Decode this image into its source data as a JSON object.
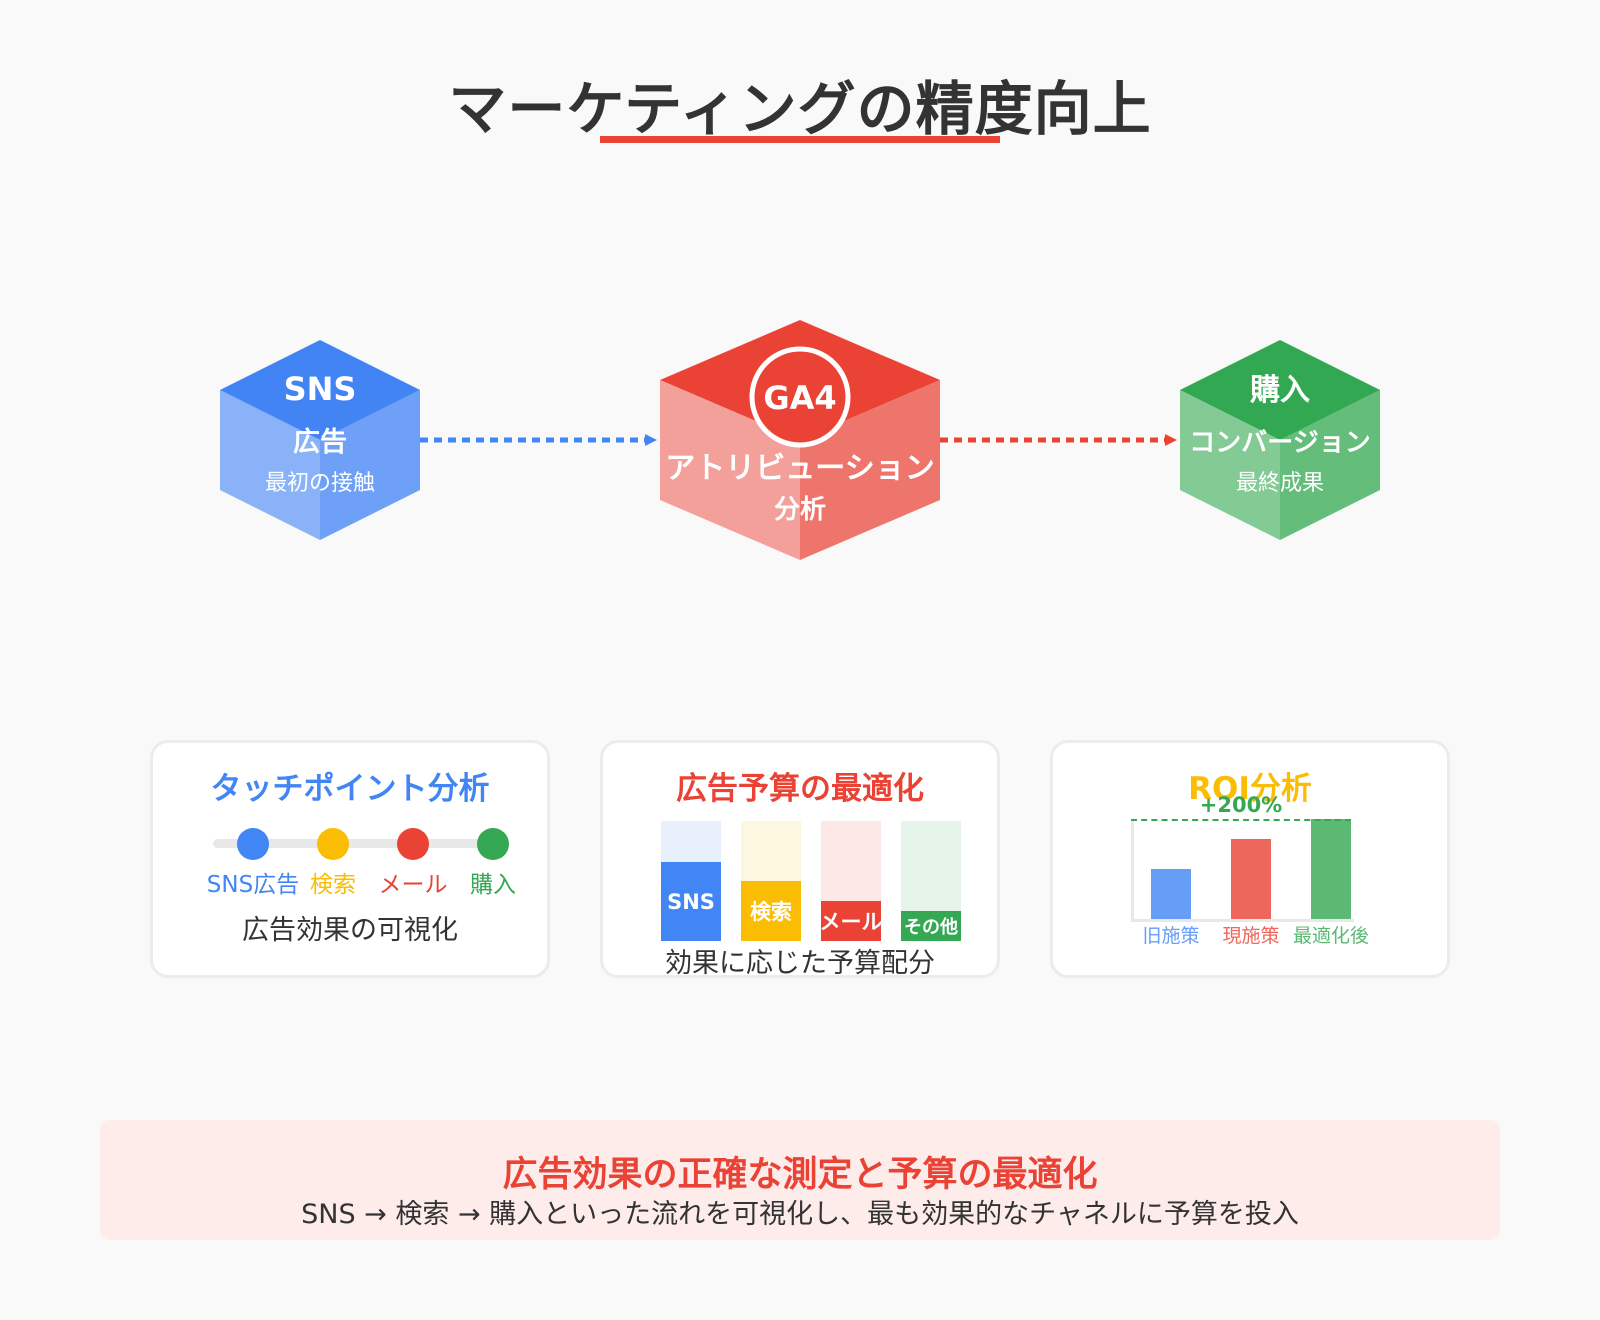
{
  "title": "マーケティングの精度向上",
  "flow": {
    "sns": {
      "label1": "SNS",
      "label2": "広告",
      "label3": "最初の接触",
      "color": "#4285f4"
    },
    "ga4": {
      "badge": "GA4",
      "label1": "アトリビューション",
      "label2": "分析",
      "color": "#ea4335"
    },
    "purchase": {
      "label1": "購入",
      "label2": "コンバージョン",
      "label3": "最終成果",
      "color": "#34a853"
    }
  },
  "cards": {
    "touchpoint": {
      "title": "タッチポイント分析",
      "points": [
        {
          "label": "SNS広告",
          "color": "#4285f4"
        },
        {
          "label": "検索",
          "color": "#fbbc04"
        },
        {
          "label": "メール",
          "color": "#ea4335"
        },
        {
          "label": "購入",
          "color": "#34a853"
        }
      ],
      "footer": "広告効果の可視化"
    },
    "budget": {
      "title": "広告予算の最適化",
      "bars": [
        {
          "label": "SNS",
          "fraction": 0.66,
          "color": "#4285f4",
          "bg": "#e8f0fe"
        },
        {
          "label": "検索",
          "fraction": 0.5,
          "color": "#fbbc04",
          "bg": "#fef7e0"
        },
        {
          "label": "メール",
          "fraction": 0.33,
          "color": "#ea4335",
          "bg": "#fce8e6"
        },
        {
          "label": "その他",
          "fraction": 0.25,
          "color": "#34a853",
          "bg": "#e6f4ea"
        }
      ],
      "footer": "効果に応じた予算配分"
    },
    "roi": {
      "title": "ROI分析",
      "annotation": "+200%",
      "bars": [
        {
          "label": "旧施策",
          "value": 1,
          "color": "#669df6"
        },
        {
          "label": "現施策",
          "value": 1.6,
          "color": "#ee675c"
        },
        {
          "label": "最適化後",
          "value": 2,
          "color": "#5bb974"
        }
      ]
    }
  },
  "summary": {
    "title": "広告効果の正確な測定と予算の最適化",
    "text": "SNS → 検索 → 購入といった流れを可視化し、最も効果的なチャネルに予算を投入"
  }
}
